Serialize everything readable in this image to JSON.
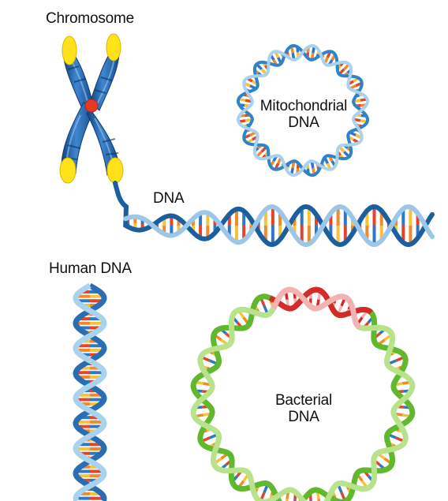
{
  "labels": {
    "chromosome": "Chromosome",
    "mito_line1": "Mitochondrial",
    "mito_line2": "DNA",
    "dna": "DNA",
    "human_dna": "Human DNA",
    "bact_line1": "Bacterial",
    "bact_line2": "DNA"
  },
  "colors": {
    "chromosome_blue": "#1f5fa6",
    "chromosome_light": "#5f9ad6",
    "centromere": "#e53a22",
    "telomere": "#ffe21a",
    "backbone_blue": "#8fbfe3",
    "backbone_dark": "#1c5f9e",
    "base_orange": "#f08a2a",
    "base_red": "#e2452c",
    "base_yellow": "#f5c23a",
    "base_blue": "#2f78c4",
    "bacterial_green": "#6cc13a",
    "bacterial_red": "#d42a2a",
    "bacterial_pink": "#f3b3b3"
  }
}
